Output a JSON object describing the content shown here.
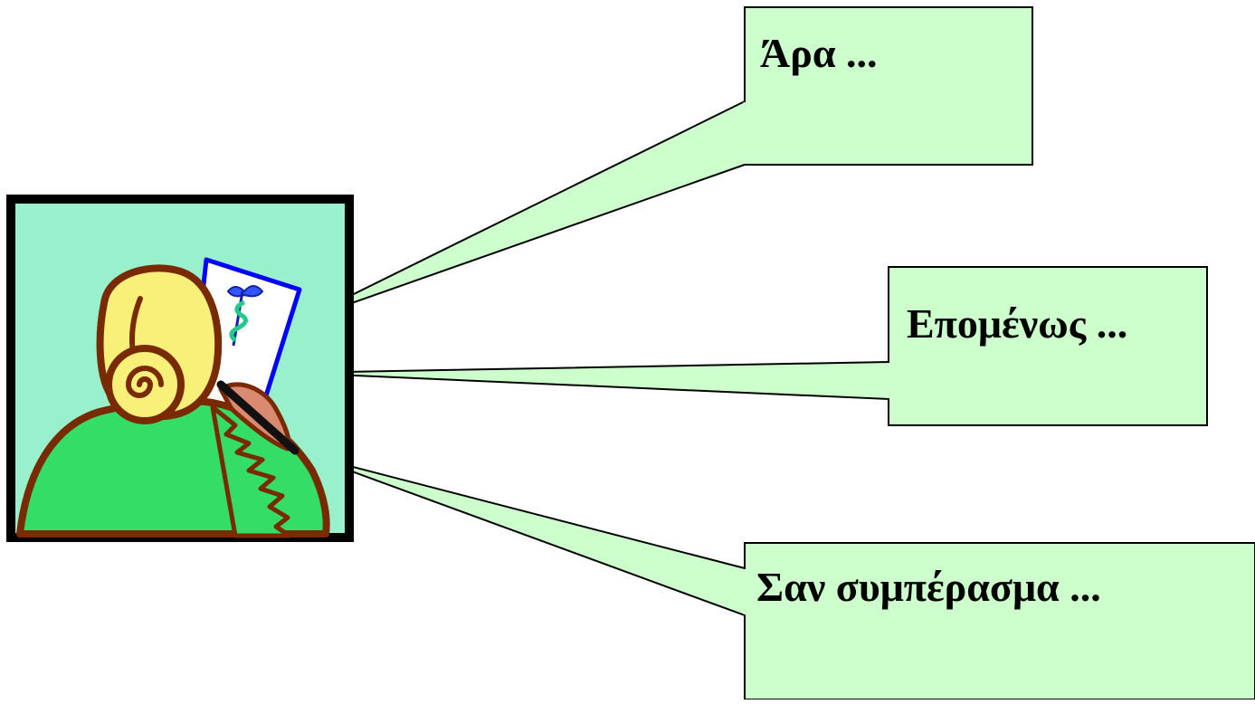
{
  "colors": {
    "callout_fill": "#ccffcc",
    "frame_background": "#99f0cc",
    "frame_border": "#000000",
    "hair": "#f8f078",
    "hair_outline": "#7a2a00",
    "sweater": "#33dd66",
    "paper_border": "#0000ff"
  },
  "illustration": {
    "icon": "woman-writing-clipart-icon"
  },
  "callouts": [
    {
      "text": "Άρα ..."
    },
    {
      "text": "Επομένως ..."
    },
    {
      "text": "Σαν συμπέρασμα ..."
    }
  ]
}
